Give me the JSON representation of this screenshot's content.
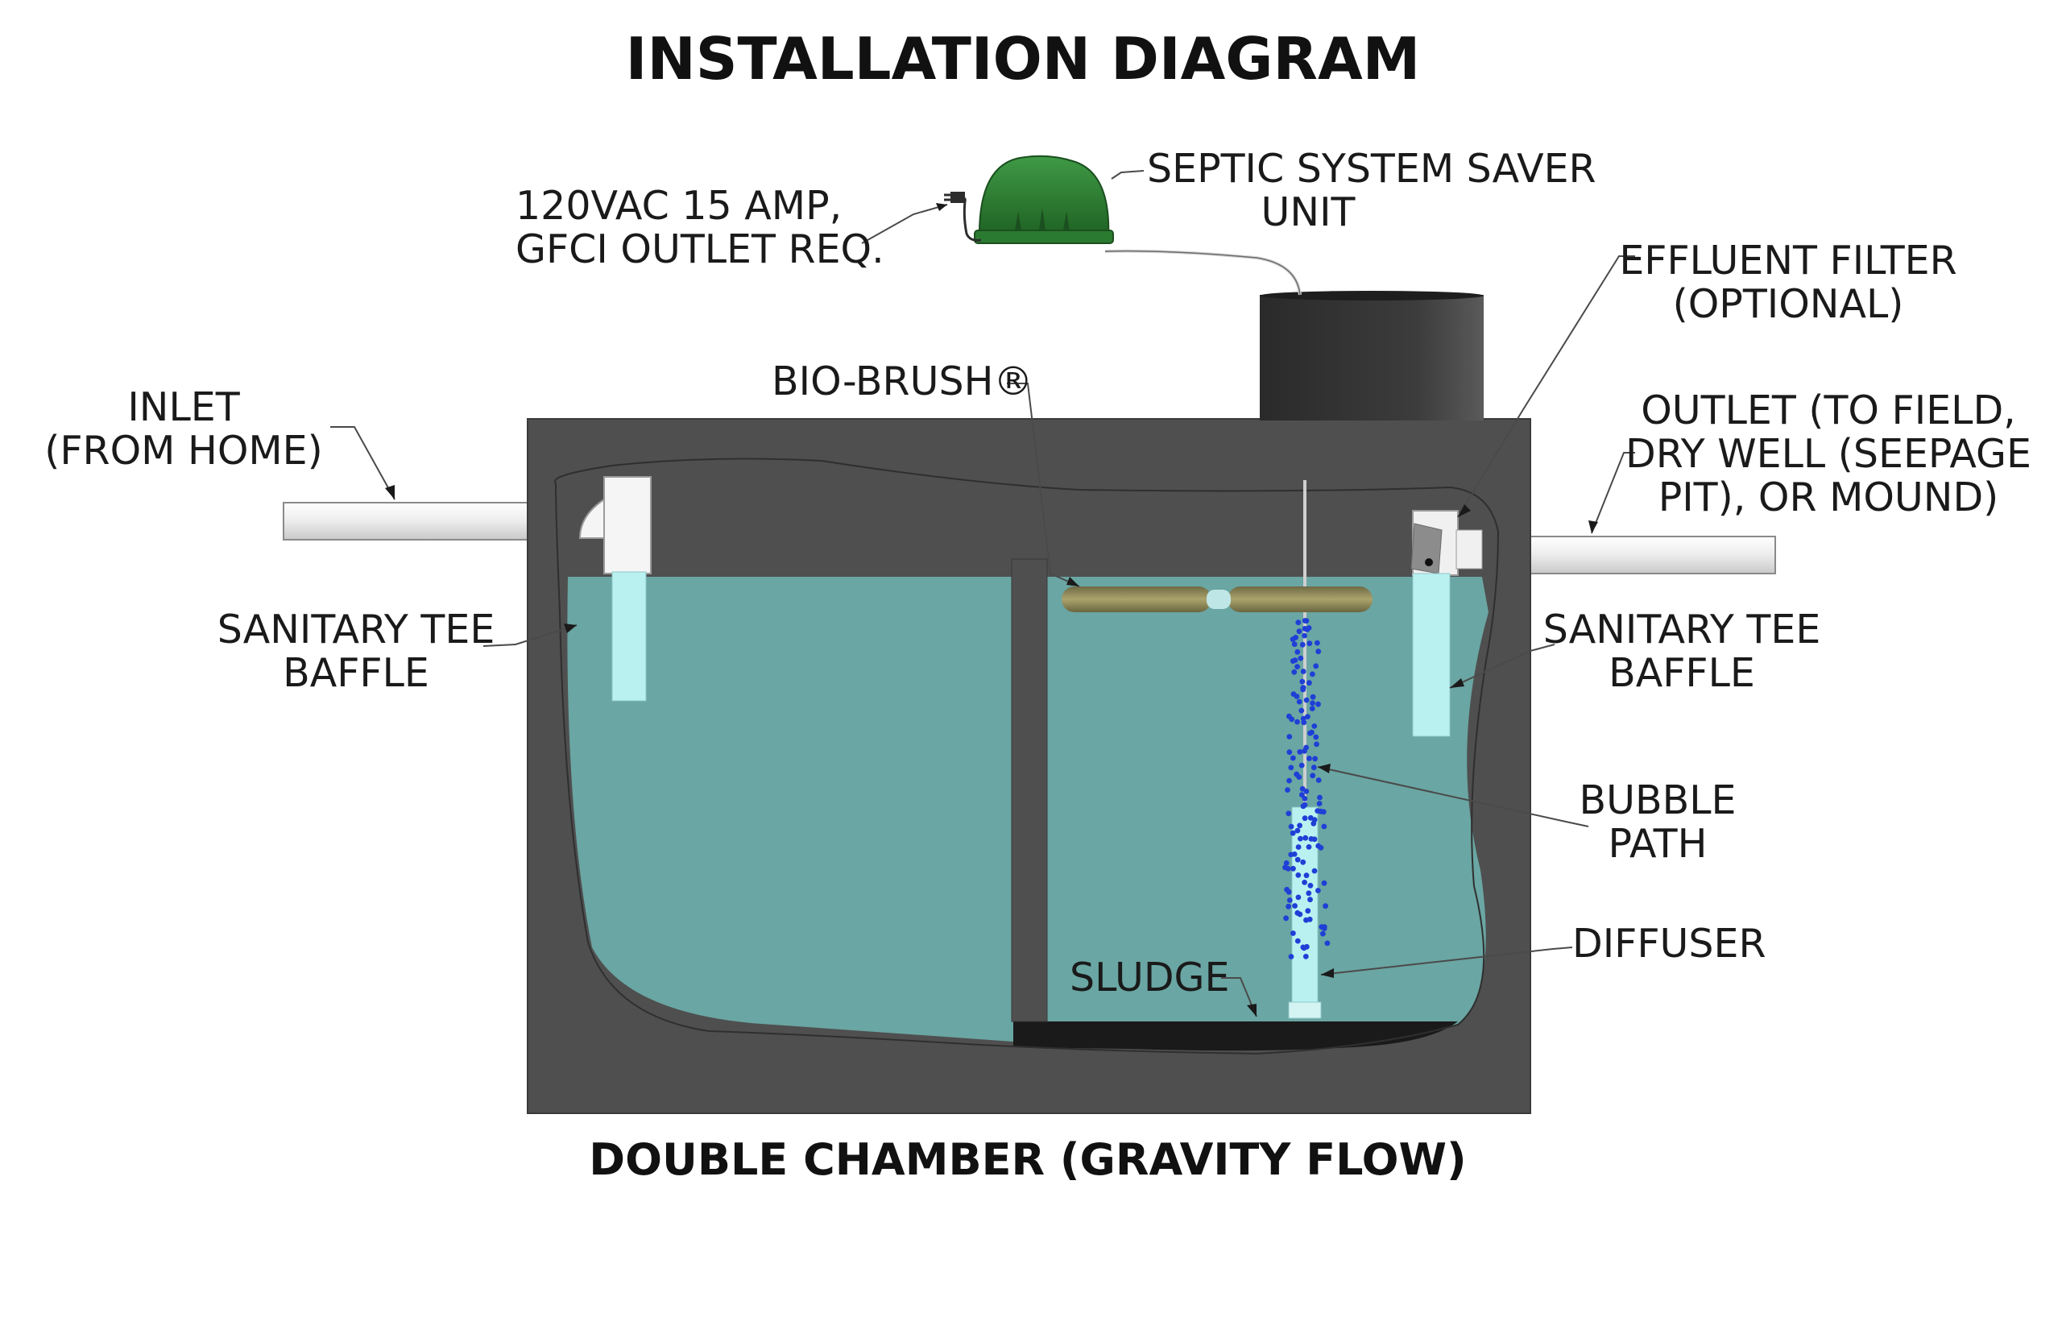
{
  "title": "INSTALLATION DIAGRAM",
  "subtitle": "DOUBLE CHAMBER (GRAVITY FLOW)",
  "colors": {
    "tank_concrete": "#4f4f4f",
    "water": "#6aa6a3",
    "sludge": "#1a1a1a",
    "unit_green": "#2e7d32",
    "pipe_white": "#f2f2f2",
    "baffle_cyan": "#b9f1f1",
    "bubbles": "#1f3fd6",
    "bio_brush": "#8f8a5f"
  },
  "labels": {
    "power_line1": "120VAC 15 AMP,",
    "power_line2": "GFCI OUTLET REQ.",
    "unit_line1": "SEPTIC SYSTEM SAVER",
    "unit_line2": "UNIT",
    "filter_line1": "EFFLUENT FILTER",
    "filter_line2": "(OPTIONAL)",
    "inlet_line1": "INLET",
    "inlet_line2": "(FROM HOME)",
    "biobrush": "BIO-BRUSH®",
    "outlet_line1": "OUTLET (TO FIELD,",
    "outlet_line2": "DRY WELL (SEEPAGE",
    "outlet_line3": "PIT), OR MOUND)",
    "tee_left_line1": "SANITARY TEE",
    "tee_left_line2": "BAFFLE",
    "tee_right_line1": "SANITARY TEE",
    "tee_right_line2": "BAFFLE",
    "bubble_line1": "BUBBLE",
    "bubble_line2": "PATH",
    "diffuser": "DIFFUSER",
    "sludge": "SLUDGE"
  },
  "icons": {
    "unit": "septic-saver-unit-icon",
    "plug": "power-plug-icon"
  }
}
